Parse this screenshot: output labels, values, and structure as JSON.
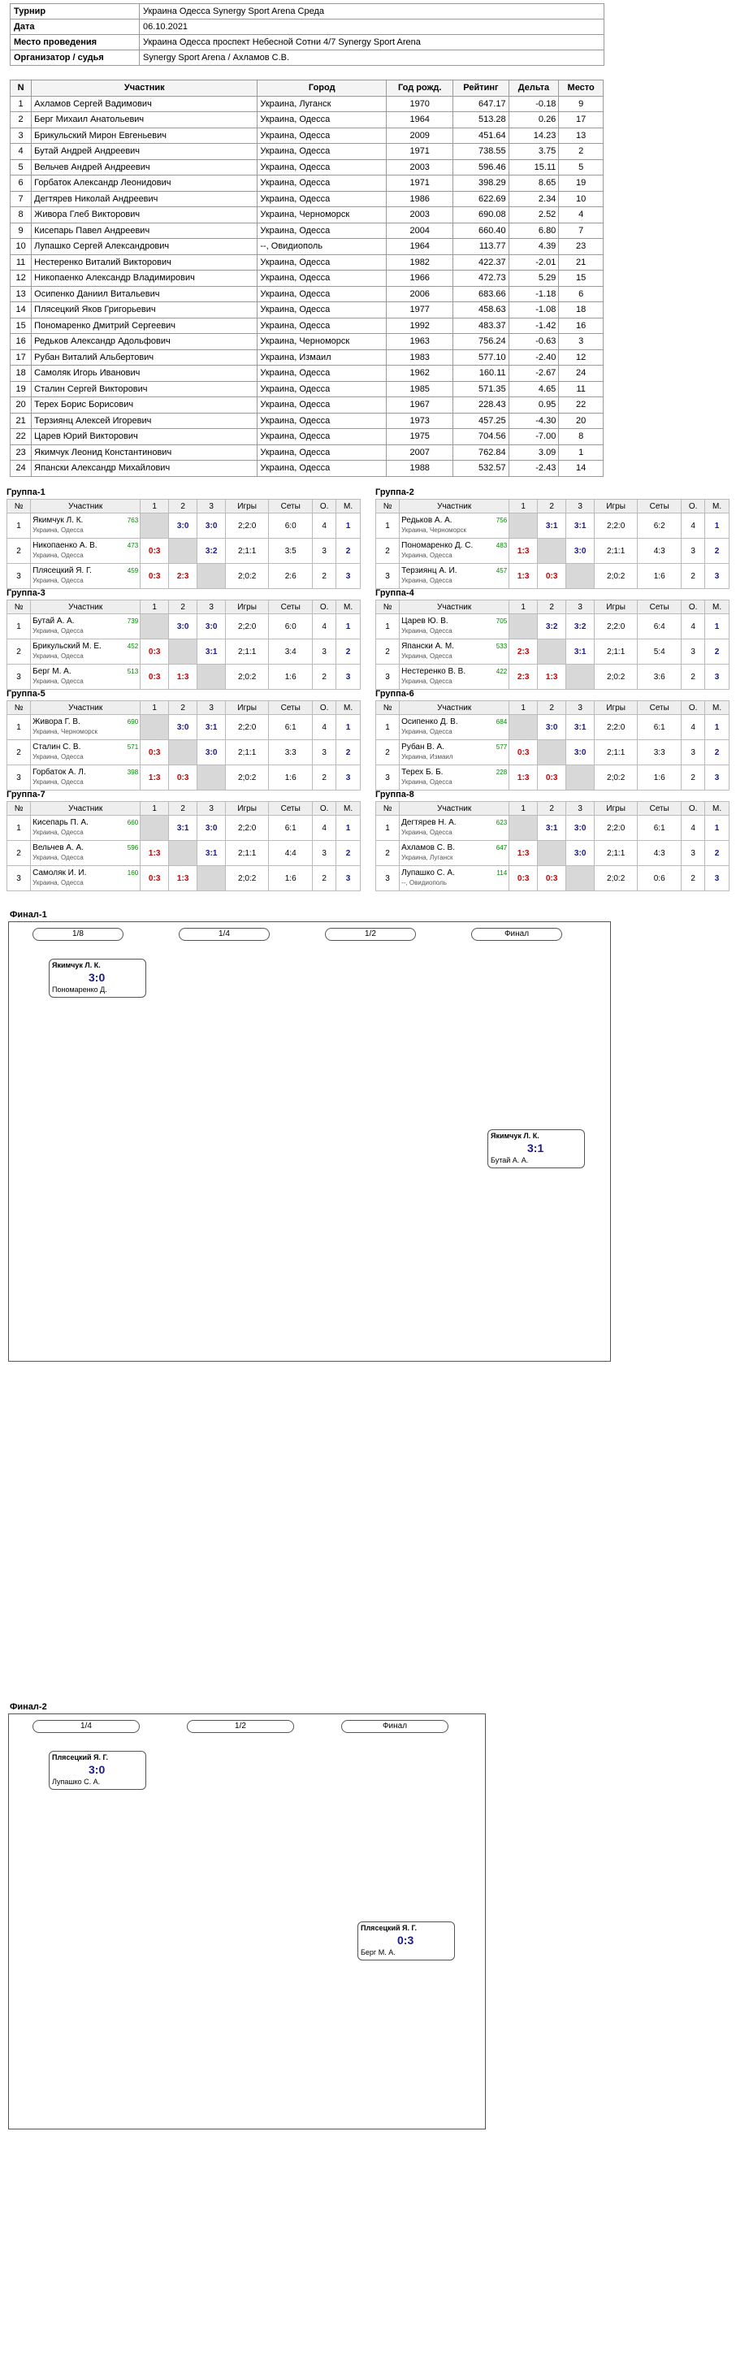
{
  "info": {
    "rows": [
      {
        "label": "Турнир",
        "value": "Украина Одесса Synergy Sport Arena Среда"
      },
      {
        "label": "Дата",
        "value": "06.10.2021"
      },
      {
        "label": "Место проведения",
        "value": "Украина Одесса проспект Небесной Сотни 4/7 Synergy Sport Arena"
      },
      {
        "label": "Организатор / судья",
        "value": "Synergy Sport Arena / Ахламов С.В."
      }
    ]
  },
  "players": {
    "headers": [
      "N",
      "Участник",
      "Город",
      "Год рожд.",
      "Рейтинг",
      "Дельта",
      "Место"
    ],
    "rows": [
      [
        "1",
        "Ахламов Сергей Вадимович",
        "Украина, Луганск",
        "1970",
        "647.17",
        "-0.18",
        "9"
      ],
      [
        "2",
        "Берг Михаил Анатольевич",
        "Украина, Одесса",
        "1964",
        "513.28",
        "0.26",
        "17"
      ],
      [
        "3",
        "Брикульский Мирон Евгеньевич",
        "Украина, Одесса",
        "2009",
        "451.64",
        "14.23",
        "13"
      ],
      [
        "4",
        "Бутай Андрей Андреевич",
        "Украина, Одесса",
        "1971",
        "738.55",
        "3.75",
        "2"
      ],
      [
        "5",
        "Вельчев Андрей Андреевич",
        "Украина, Одесса",
        "2003",
        "596.46",
        "15.11",
        "5"
      ],
      [
        "6",
        "Горбаток Александр Леонидович",
        "Украина, Одесса",
        "1971",
        "398.29",
        "8.65",
        "19"
      ],
      [
        "7",
        "Дегтярев Николай Андреевич",
        "Украина, Одесса",
        "1986",
        "622.69",
        "2.34",
        "10"
      ],
      [
        "8",
        "Живора Глеб Викторович",
        "Украина, Черноморск",
        "2003",
        "690.08",
        "2.52",
        "4"
      ],
      [
        "9",
        "Кисепарь Павел Андреевич",
        "Украина, Одесса",
        "2004",
        "660.40",
        "6.80",
        "7"
      ],
      [
        "10",
        "Лупашко Сергей Александрович",
        "--, Овидиополь",
        "1964",
        "113.77",
        "4.39",
        "23"
      ],
      [
        "11",
        "Нестеренко Виталий Викторович",
        "Украина, Одесса",
        "1982",
        "422.37",
        "-2.01",
        "21"
      ],
      [
        "12",
        "Никопаенко Александр Владимирович",
        "Украина, Одесса",
        "1966",
        "472.73",
        "5.29",
        "15"
      ],
      [
        "13",
        "Осипенко Даниил Витальевич",
        "Украина, Одесса",
        "2006",
        "683.66",
        "-1.18",
        "6"
      ],
      [
        "14",
        "Плясецкий Яков Григорьевич",
        "Украина, Одесса",
        "1977",
        "458.63",
        "-1.08",
        "18"
      ],
      [
        "15",
        "Пономаренко Дмитрий Сергеевич",
        "Украина, Одесса",
        "1992",
        "483.37",
        "-1.42",
        "16"
      ],
      [
        "16",
        "Редьков Александр Адольфович",
        "Украина, Черноморск",
        "1963",
        "756.24",
        "-0.63",
        "3"
      ],
      [
        "17",
        "Рубан Виталий Альбертович",
        "Украина, Измаил",
        "1983",
        "577.10",
        "-2.40",
        "12"
      ],
      [
        "18",
        "Самоляк Игорь Иванович",
        "Украина, Одесса",
        "1962",
        "160.11",
        "-2.67",
        "24"
      ],
      [
        "19",
        "Сталин Сергей Викторович",
        "Украина, Одесса",
        "1985",
        "571.35",
        "4.65",
        "11"
      ],
      [
        "20",
        "Терех Борис Борисович",
        "Украина, Одесса",
        "1967",
        "228.43",
        "0.95",
        "22"
      ],
      [
        "21",
        "Терзиянц Алексей Игоревич",
        "Украина, Одесса",
        "1973",
        "457.25",
        "-4.30",
        "20"
      ],
      [
        "22",
        "Царев Юрий Викторович",
        "Украина, Одесса",
        "1975",
        "704.56",
        "-7.00",
        "8"
      ],
      [
        "23",
        "Якимчук Леонид Константинович",
        "Украина, Одесса",
        "2007",
        "762.84",
        "3.09",
        "1"
      ],
      [
        "24",
        "Япански Александр Михайлович",
        "Украина, Одесса",
        "1988",
        "532.57",
        "-2.43",
        "14"
      ]
    ]
  },
  "group_headers": [
    "№",
    "Участник",
    "1",
    "2",
    "3",
    "Игры",
    "Сеты",
    "О.",
    "М."
  ],
  "groups": [
    {
      "title": "Группа-1",
      "rows": [
        {
          "n": "1",
          "name": "Якимчук Л. К.",
          "city": "Украина, Одесса",
          "rating": "763",
          "c1": "",
          "c2": "3:0",
          "c3": "3:0",
          "games": "2;2:0",
          "sets": "6:0",
          "pts": "4",
          "place": "1"
        },
        {
          "n": "2",
          "name": "Никопаенко А. В.",
          "city": "Украина, Одесса",
          "rating": "473",
          "c1": "0:3",
          "c2": "",
          "c3": "3:2",
          "games": "2;1:1",
          "sets": "3:5",
          "pts": "3",
          "place": "2"
        },
        {
          "n": "3",
          "name": "Плясецкий Я. Г.",
          "city": "Украина, Одесса",
          "rating": "459",
          "c1": "0:3",
          "c2": "2:3",
          "c3": "",
          "games": "2;0:2",
          "sets": "2:6",
          "pts": "2",
          "place": "3"
        }
      ]
    },
    {
      "title": "Группа-2",
      "rows": [
        {
          "n": "1",
          "name": "Редьков А. А.",
          "city": "Украина, Черноморск",
          "rating": "756",
          "c1": "",
          "c2": "3:1",
          "c3": "3:1",
          "games": "2;2:0",
          "sets": "6:2",
          "pts": "4",
          "place": "1"
        },
        {
          "n": "2",
          "name": "Пономаренко Д. С.",
          "city": "Украина, Одесса",
          "rating": "483",
          "c1": "1:3",
          "c2": "",
          "c3": "3:0",
          "games": "2;1:1",
          "sets": "4:3",
          "pts": "3",
          "place": "2"
        },
        {
          "n": "3",
          "name": "Терзиянц А. И.",
          "city": "Украина, Одесса",
          "rating": "457",
          "c1": "1:3",
          "c2": "0:3",
          "c3": "",
          "games": "2;0:2",
          "sets": "1:6",
          "pts": "2",
          "place": "3"
        }
      ]
    },
    {
      "title": "Группа-3",
      "rows": [
        {
          "n": "1",
          "name": "Бутай А. А.",
          "city": "Украина, Одесса",
          "rating": "739",
          "c1": "",
          "c2": "3:0",
          "c3": "3:0",
          "games": "2;2:0",
          "sets": "6:0",
          "pts": "4",
          "place": "1"
        },
        {
          "n": "2",
          "name": "Брикульский М. Е.",
          "city": "Украина, Одесса",
          "rating": "452",
          "c1": "0:3",
          "c2": "",
          "c3": "3:1",
          "games": "2;1:1",
          "sets": "3:4",
          "pts": "3",
          "place": "2"
        },
        {
          "n": "3",
          "name": "Берг М. А.",
          "city": "Украина, Одесса",
          "rating": "513",
          "c1": "0:3",
          "c2": "1:3",
          "c3": "",
          "games": "2;0:2",
          "sets": "1:6",
          "pts": "2",
          "place": "3"
        }
      ]
    },
    {
      "title": "Группа-4",
      "rows": [
        {
          "n": "1",
          "name": "Царев Ю. В.",
          "city": "Украина, Одесса",
          "rating": "705",
          "c1": "",
          "c2": "3:2",
          "c3": "3:2",
          "games": "2;2:0",
          "sets": "6:4",
          "pts": "4",
          "place": "1"
        },
        {
          "n": "2",
          "name": "Япански А. М.",
          "city": "Украина, Одесса",
          "rating": "533",
          "c1": "2:3",
          "c2": "",
          "c3": "3:1",
          "games": "2;1:1",
          "sets": "5:4",
          "pts": "3",
          "place": "2"
        },
        {
          "n": "3",
          "name": "Нестеренко В. В.",
          "city": "Украина, Одесса",
          "rating": "422",
          "c1": "2:3",
          "c2": "1:3",
          "c3": "",
          "games": "2;0:2",
          "sets": "3:6",
          "pts": "2",
          "place": "3"
        }
      ]
    },
    {
      "title": "Группа-5",
      "rows": [
        {
          "n": "1",
          "name": "Живора Г. В.",
          "city": "Украина, Черноморск",
          "rating": "690",
          "c1": "",
          "c2": "3:0",
          "c3": "3:1",
          "games": "2;2:0",
          "sets": "6:1",
          "pts": "4",
          "place": "1"
        },
        {
          "n": "2",
          "name": "Сталин С. В.",
          "city": "Украина, Одесса",
          "rating": "571",
          "c1": "0:3",
          "c2": "",
          "c3": "3:0",
          "games": "2;1:1",
          "sets": "3:3",
          "pts": "3",
          "place": "2"
        },
        {
          "n": "3",
          "name": "Горбаток А. Л.",
          "city": "Украина, Одесса",
          "rating": "398",
          "c1": "1:3",
          "c2": "0:3",
          "c3": "",
          "games": "2;0:2",
          "sets": "1:6",
          "pts": "2",
          "place": "3"
        }
      ]
    },
    {
      "title": "Группа-6",
      "rows": [
        {
          "n": "1",
          "name": "Осипенко Д. В.",
          "city": "Украина, Одесса",
          "rating": "684",
          "c1": "",
          "c2": "3:0",
          "c3": "3:1",
          "games": "2;2:0",
          "sets": "6:1",
          "pts": "4",
          "place": "1"
        },
        {
          "n": "2",
          "name": "Рубан В. А.",
          "city": "Украина, Измаил",
          "rating": "577",
          "c1": "0:3",
          "c2": "",
          "c3": "3:0",
          "games": "2;1:1",
          "sets": "3:3",
          "pts": "3",
          "place": "2"
        },
        {
          "n": "3",
          "name": "Терех Б. Б.",
          "city": "Украина, Одесса",
          "rating": "228",
          "c1": "1:3",
          "c2": "0:3",
          "c3": "",
          "games": "2;0:2",
          "sets": "1:6",
          "pts": "2",
          "place": "3"
        }
      ]
    },
    {
      "title": "Группа-7",
      "rows": [
        {
          "n": "1",
          "name": "Кисепарь П. А.",
          "city": "Украина, Одесса",
          "rating": "660",
          "c1": "",
          "c2": "3:1",
          "c3": "3:0",
          "games": "2;2:0",
          "sets": "6:1",
          "pts": "4",
          "place": "1"
        },
        {
          "n": "2",
          "name": "Вельчев А. А.",
          "city": "Украина, Одесса",
          "rating": "596",
          "c1": "1:3",
          "c2": "",
          "c3": "3:1",
          "games": "2;1:1",
          "sets": "4:4",
          "pts": "3",
          "place": "2"
        },
        {
          "n": "3",
          "name": "Самоляк И. И.",
          "city": "Украина, Одесса",
          "rating": "160",
          "c1": "0:3",
          "c2": "1:3",
          "c3": "",
          "games": "2;0:2",
          "sets": "1:6",
          "pts": "2",
          "place": "3"
        }
      ]
    },
    {
      "title": "Группа-8",
      "rows": [
        {
          "n": "1",
          "name": "Дегтярев Н. А.",
          "city": "Украина, Одесса",
          "rating": "623",
          "c1": "",
          "c2": "3:1",
          "c3": "3:0",
          "games": "2;2:0",
          "sets": "6:1",
          "pts": "4",
          "place": "1"
        },
        {
          "n": "2",
          "name": "Ахламов С. В.",
          "city": "Украина, Луганск",
          "rating": "647",
          "c1": "1:3",
          "c2": "",
          "c3": "3:0",
          "games": "2;1:1",
          "sets": "4:3",
          "pts": "3",
          "place": "2"
        },
        {
          "n": "3",
          "name": "Лупашко С. А.",
          "city": "--, Овидиополь",
          "rating": "114",
          "c1": "0:3",
          "c2": "0:3",
          "c3": "",
          "games": "2;0:2",
          "sets": "0:6",
          "pts": "2",
          "place": "3"
        }
      ]
    }
  ],
  "finals": [
    {
      "title": "Финал-1",
      "stages": [
        "1/8",
        "1/4",
        "1/2",
        "Финал"
      ],
      "matches": [
        {
          "p1": "Якимчук Л. К.",
          "p2": "Пономаренко Д.",
          "score": "3:0"
        },
        {
          "p1": "Якимчук Л. К.",
          "p2": "Бутай А. А.",
          "score": "3:1"
        }
      ]
    },
    {
      "title": "Финал-2",
      "stages": [
        "1/4",
        "1/2",
        "Финал"
      ],
      "matches": [
        {
          "p1": "Плясецкий Я. Г.",
          "p2": "Лупашко С. А.",
          "score": "3:0"
        },
        {
          "p1": "Плясецкий Я. Г.",
          "p2": "Берг М. А.",
          "score": "0:3"
        }
      ]
    }
  ]
}
